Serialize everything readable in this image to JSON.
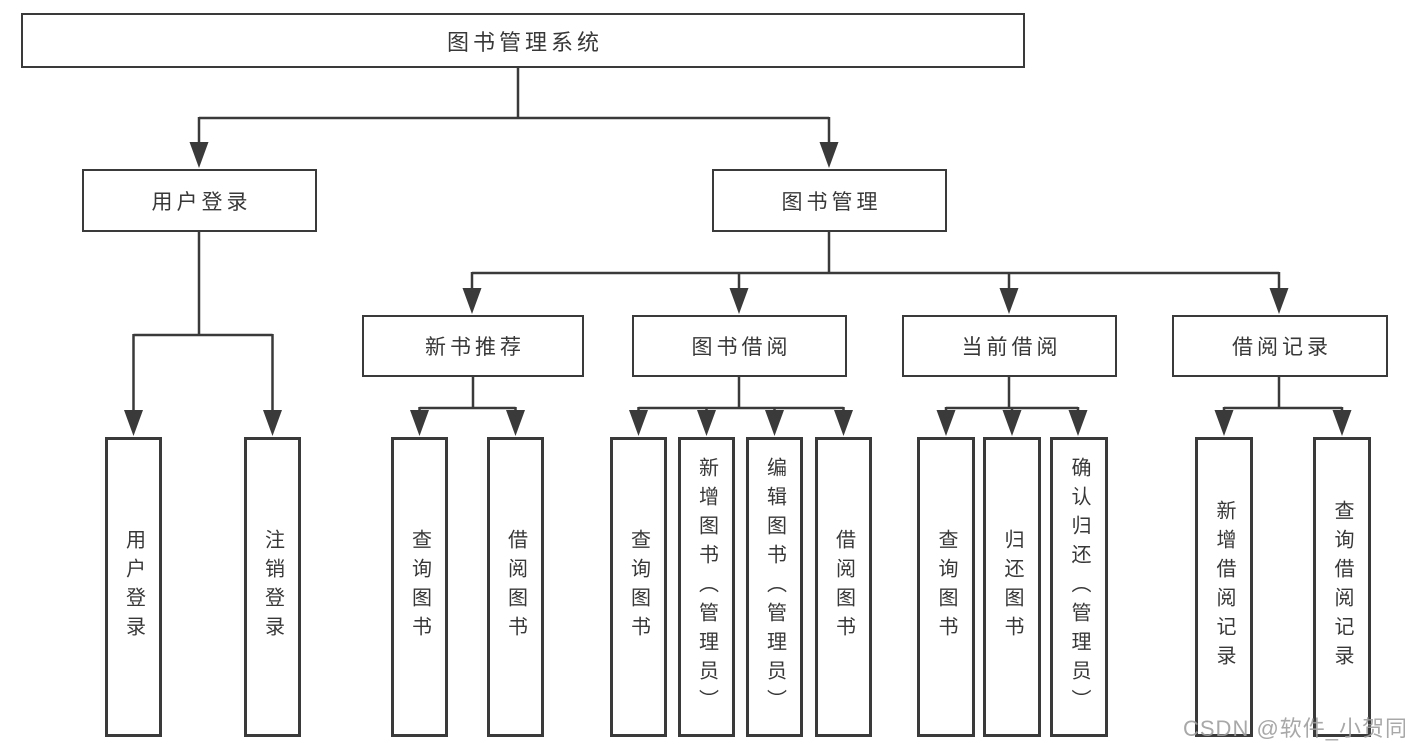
{
  "diagram": {
    "type": "hierarchy-tree",
    "root": {
      "label": "图书管理系统"
    },
    "branches": [
      {
        "label": "用户登录",
        "children": [
          {
            "label": "用户登录"
          },
          {
            "label": "注销登录"
          }
        ]
      },
      {
        "label": "图书管理",
        "children": [
          {
            "label": "新书推荐",
            "children": [
              {
                "label": "查询图书"
              },
              {
                "label": "借阅图书"
              }
            ]
          },
          {
            "label": "图书借阅",
            "children": [
              {
                "label": "查询图书"
              },
              {
                "label": "新增图书（管理员）"
              },
              {
                "label": "编辑图书（管理员）"
              },
              {
                "label": "借阅图书"
              }
            ]
          },
          {
            "label": "当前借阅",
            "children": [
              {
                "label": "查询图书"
              },
              {
                "label": "归还图书"
              },
              {
                "label": "确认归还（管理员）"
              }
            ]
          },
          {
            "label": "借阅记录",
            "children": [
              {
                "label": "新增借阅记录"
              },
              {
                "label": "查询借阅记录"
              }
            ]
          }
        ]
      }
    ]
  },
  "watermark": {
    "text": "CSDN @软件_小贺同学"
  },
  "colors": {
    "background": "#ffffff",
    "box_fill": "#ffffff",
    "box_border": "#3a3a3a",
    "line": "#3a3a3a",
    "text": "#383838",
    "watermark": "#9e9e9e"
  }
}
